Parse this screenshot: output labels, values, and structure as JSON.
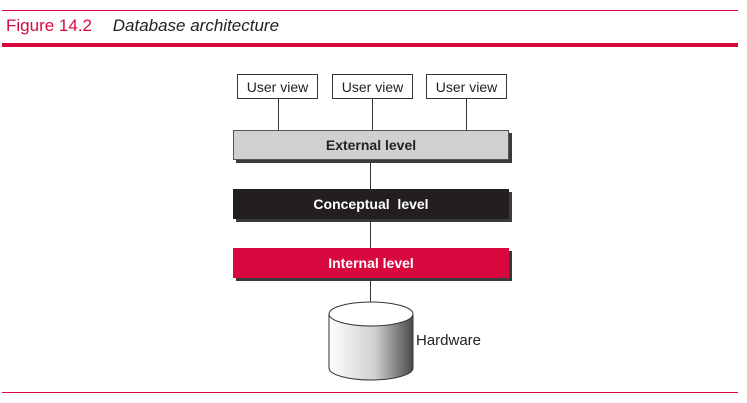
{
  "figure": {
    "number": "Figure 14.2",
    "title": "Database architecture"
  },
  "diagram": {
    "user_views": [
      "User view",
      "User view",
      "User view"
    ],
    "levels": {
      "external": "External level",
      "conceptual": "Conceptual  level",
      "internal": "Internal level"
    },
    "hardware": "Hardware"
  },
  "colors": {
    "accent": "#d9083f",
    "conceptual_fill": "#231f20",
    "external_fill": "#d0d0d0"
  }
}
